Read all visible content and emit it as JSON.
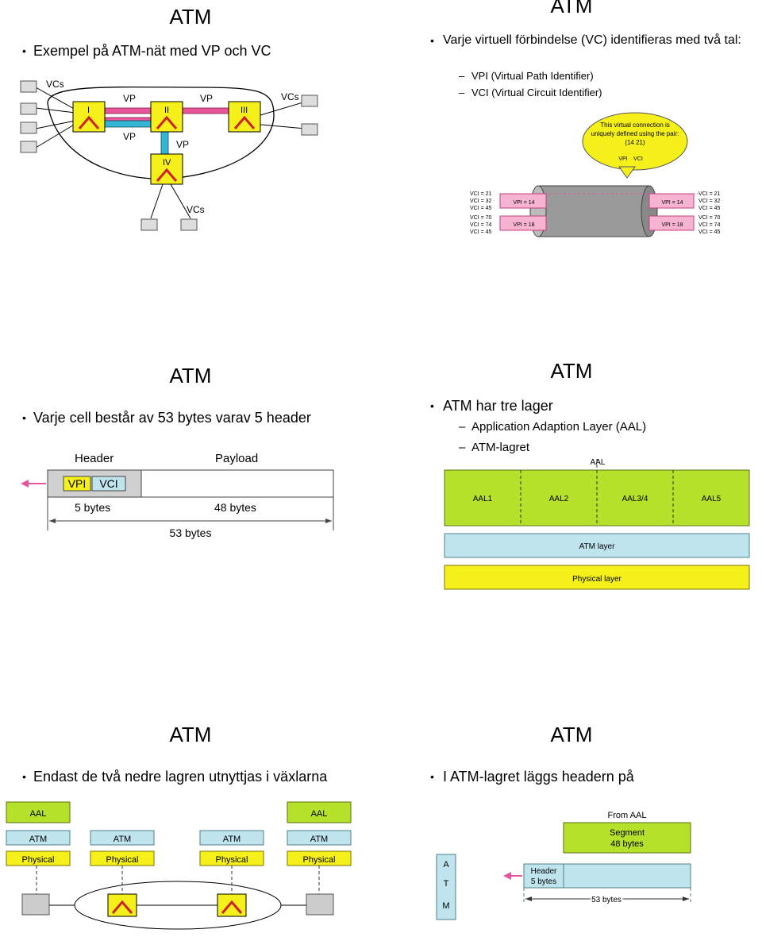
{
  "slides": [
    {
      "title": "ATM",
      "bullet": "Exempel på ATM-nät med VP och VC",
      "diagram": {
        "vcs_left": "VCs",
        "vcs_right": "VCs",
        "vcs_bottom": "VCs",
        "vp1": "VP",
        "vp2": "VP",
        "vp3": "VP",
        "vp4": "VP",
        "switch1": "I",
        "switch2": "II",
        "switch3": "III",
        "switch4": "IV"
      }
    },
    {
      "title": "ATM",
      "bullet": "Varje virtuell förbindelse (VC) identifieras med två tal:",
      "subs": [
        "VPI (Virtual Path Identifier)",
        "VCI (Virtual Circuit Identifier)"
      ],
      "diagram": {
        "callout": [
          "This virtual connection is",
          "uniquely defined using the pair:",
          "(14      21)"
        ],
        "vpi_arrow": "VPI",
        "vci_arrow": "VCI",
        "vpi14": "VPI = 14",
        "vpi18": "VPI = 18",
        "vci_top": [
          "VCI = 21",
          "VCI = 32",
          "VCI = 45"
        ],
        "vci_bot": [
          "VCI = 70",
          "VCI = 74",
          "VCI = 45"
        ]
      }
    },
    {
      "title": "ATM",
      "bullet": "Varje cell består av 53 bytes varav 5 header",
      "diagram": {
        "header": "Header",
        "payload": "Payload",
        "vpi": "VPI",
        "vci": "VCI",
        "five": "5 bytes",
        "fortyeight": "48 bytes",
        "fiftythree": "53 bytes"
      }
    },
    {
      "title": "ATM",
      "bullet": "ATM har tre lager",
      "subs": [
        "Application Adaption Layer (AAL)",
        "ATM-lagret"
      ],
      "diagram": {
        "aal": "AAL",
        "aal_cells": [
          "AAL1",
          "AAL2",
          "AAL3/4",
          "AAL5"
        ],
        "atm_layer": "ATM layer",
        "physical_layer": "Physical layer"
      }
    },
    {
      "title": "ATM",
      "bullet": "Endast de två nedre lagren utnyttjas i växlarna",
      "diagram": {
        "aal": "AAL",
        "atm": "ATM",
        "physical": "Physical"
      }
    },
    {
      "title": "ATM",
      "bullet": "I ATM-lagret läggs headern på",
      "diagram": {
        "from_aal": "From AAL",
        "segment": [
          "Segment",
          "48 bytes"
        ],
        "header": [
          "Header",
          "5 bytes"
        ],
        "atm_letters": [
          "A",
          "T",
          "M"
        ],
        "fiftythree": "53 bytes"
      }
    }
  ],
  "colors": {
    "pink": "#e8559a",
    "cyan": "#33b5d6",
    "yellow": "#f5ef1a",
    "green": "#b6e12a",
    "lightblue": "#bfe4ee",
    "grey": "#c8c8c8"
  }
}
